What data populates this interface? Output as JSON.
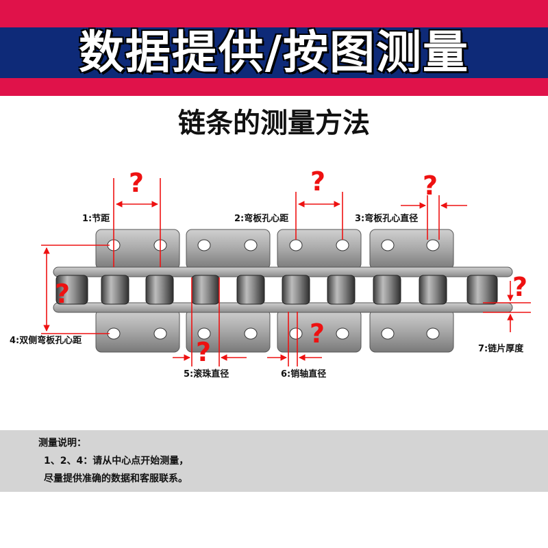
{
  "banner": {
    "title": "数据提供/按图测量"
  },
  "subtitle": "链条的测量方法",
  "labels": {
    "m1": "1:节距",
    "m2": "2:弯板孔心距",
    "m3": "3:弯板孔心直径",
    "m4": "4:双侧弯板孔心距",
    "m5": "5:滚珠直径",
    "m6": "6:销轴直径",
    "m7": "7:链片厚度"
  },
  "question_mark": "?",
  "notes": {
    "title": "测量说明：",
    "line1": "1、2、4：请从中心点开始测量，",
    "line2": "尽量提供准确的数据和客服联系。"
  },
  "colors": {
    "banner_red": "#e0124a",
    "banner_blue": "#0e2a78",
    "annotation_red": "#ee1111",
    "notes_bg": "#d4d4d4"
  }
}
